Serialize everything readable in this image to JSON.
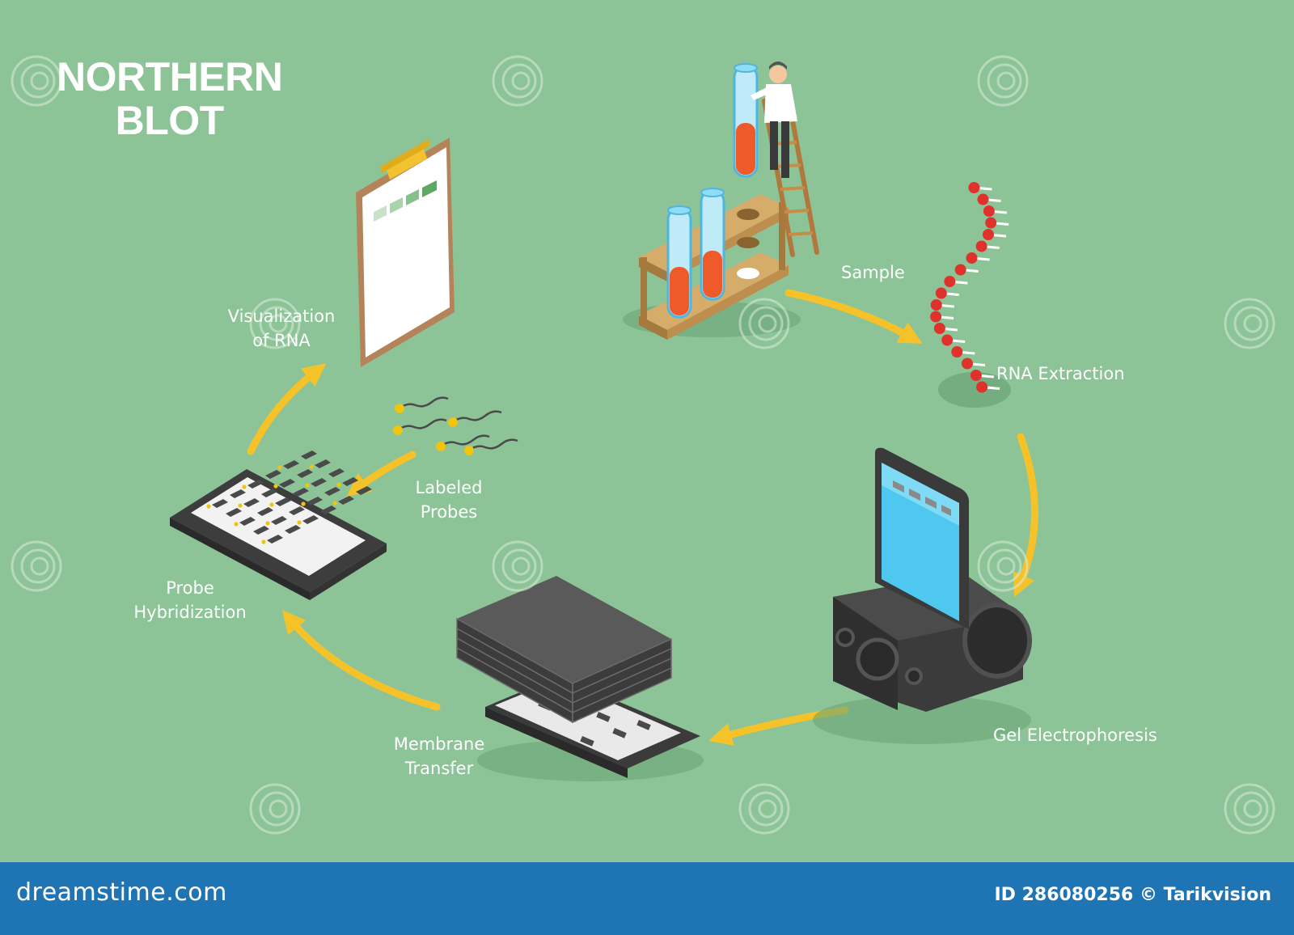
{
  "title": {
    "line1": "NORTHERN",
    "line2": "BLOT"
  },
  "steps": {
    "sample": "Sample",
    "rna_extraction": "RNA Extraction",
    "gel": "Gel Electrophoresis",
    "membrane": [
      "Membrane",
      "Transfer"
    ],
    "hybridization": [
      "Probe",
      "Hybridization"
    ],
    "probes": [
      "Labeled",
      "Probes"
    ],
    "visualization": [
      "Visualization",
      "of RNA"
    ]
  },
  "footer": {
    "site": "dreamstime.com",
    "credit": "ID 286080256 © Tarikvision"
  },
  "colors": {
    "background": "#8cc497",
    "arrow": "#f5c22a",
    "footer": "#1f74b4",
    "rna_bead": "#e0322c",
    "device_dark": "#3e3e3e",
    "screen_blue": "#4fc8f0"
  }
}
